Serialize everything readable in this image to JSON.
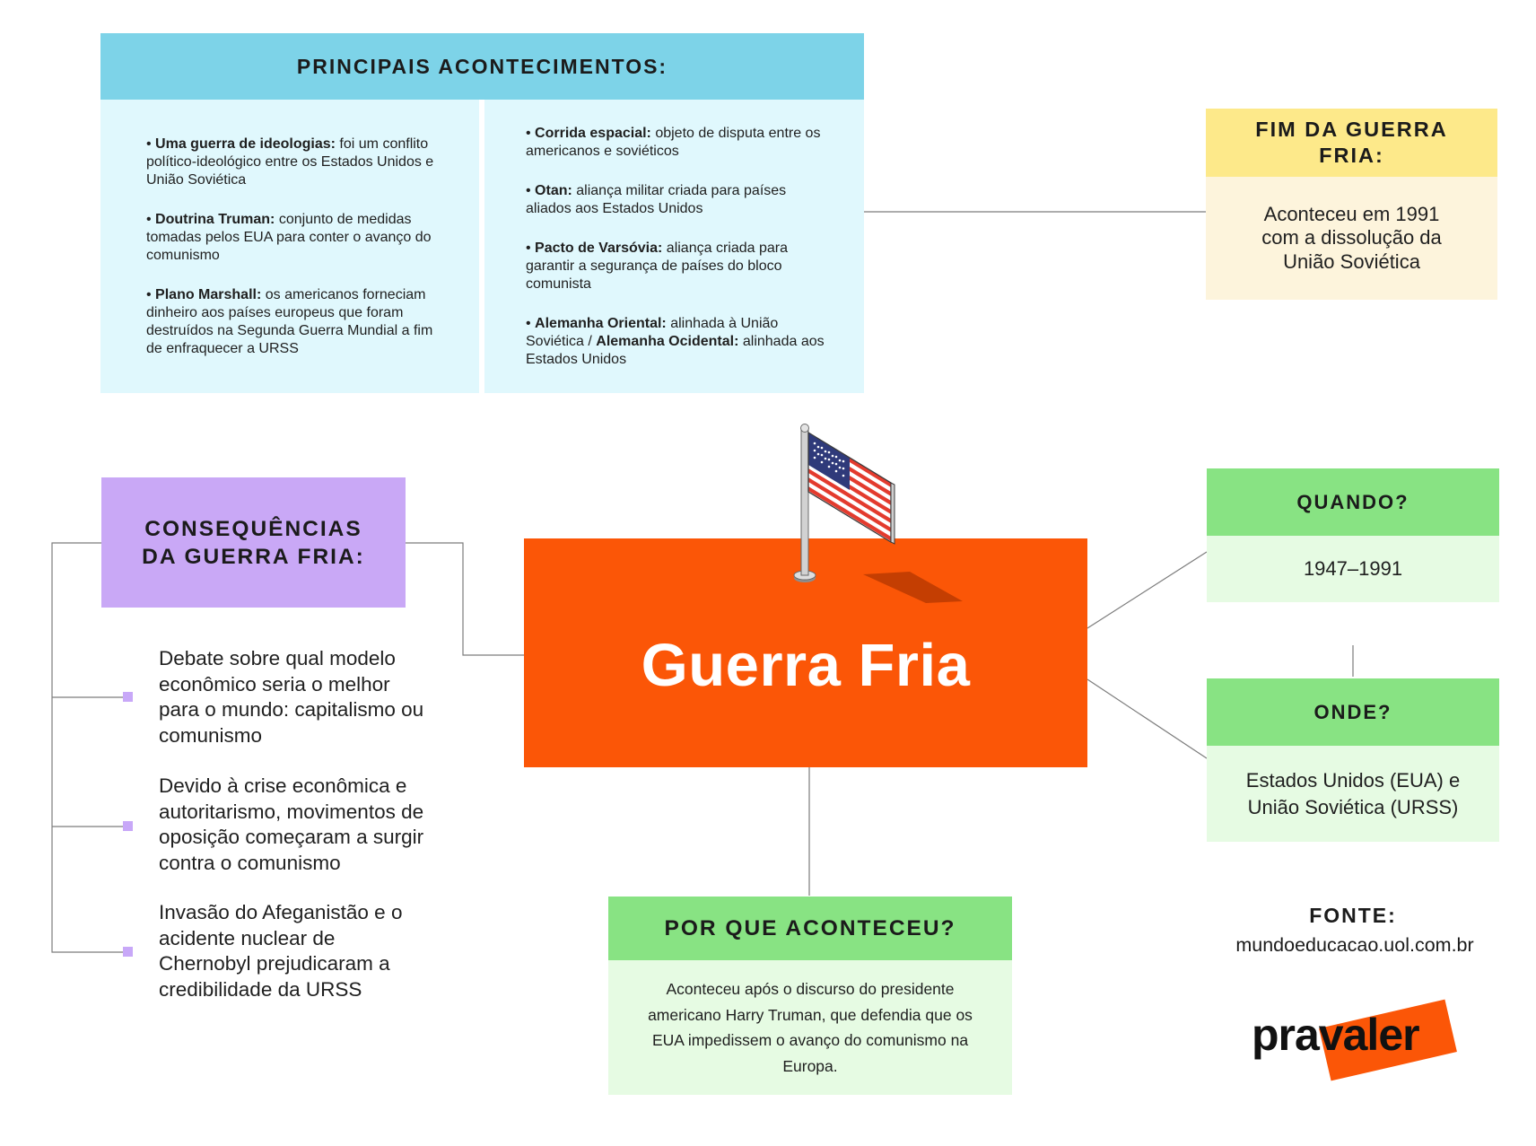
{
  "title": "Guerra Fria",
  "principais": {
    "heading": "PRINCIPAIS ACONTECIMENTOS:",
    "left": [
      {
        "label": "Uma guerra de ideologias:",
        "text": " foi um conflito político-ideológico entre os Estados Unidos e União Soviética"
      },
      {
        "label": "Doutrina Truman:",
        "text": " conjunto de medidas tomadas pelos EUA para conter o avanço do comunismo"
      },
      {
        "label": "Plano Marshall:",
        "text": " os americanos forneciam dinheiro aos países europeus que foram destruídos na Segunda Guerra Mundial a fim de enfraquecer a URSS"
      }
    ],
    "right": [
      {
        "label": "Corrida espacial:",
        "text": " objeto de disputa entre os americanos e soviéticos"
      },
      {
        "label": "Otan:",
        "text": " aliança militar criada para países aliados aos Estados Unidos"
      },
      {
        "label": "Pacto de Varsóvia:",
        "text": "  aliança criada para garantir a segurança de países do bloco comunista"
      },
      {
        "label": "Alemanha Oriental:",
        "text": " alinhada à União Soviética / ",
        "label2": "Alemanha Ocidental:",
        "text2": " alinhada aos Estados Unidos"
      }
    ]
  },
  "fim": {
    "heading": "FIM DA GUERRA FRIA:",
    "text": "Aconteceu em 1991 com a dissolução da União Soviética"
  },
  "consequencias": {
    "heading": "CONSEQUÊNCIAS DA GUERRA FRIA:",
    "items": [
      "Debate sobre qual modelo econômico seria o melhor para o mundo: capitalismo ou comunismo",
      "Devido à crise econômica e autoritarismo, movimentos de oposição começaram a surgir contra o comunismo",
      "Invasão do Afeganistão e o acidente nuclear de Chernobyl prejudicaram a credibilidade da URSS"
    ]
  },
  "quando": {
    "heading": "QUANDO?",
    "text": "1947–1991"
  },
  "onde": {
    "heading": "ONDE?",
    "text": "Estados Unidos (EUA) e União Soviética (URSS)"
  },
  "porque": {
    "heading": "POR QUE ACONTECEU?",
    "text": "Aconteceu após o discurso do presidente americano Harry Truman, que defendia que os EUA impedissem o avanço do comunismo na Europa."
  },
  "fonte": {
    "label": "FONTE:",
    "url": "mundoeducacao.uol.com.br"
  },
  "logo": {
    "text": "pravaler"
  },
  "colors": {
    "orange": "#fb5607",
    "cyan_header": "#7dd3e8",
    "cyan_body": "#e0f8fd",
    "yellow_header": "#fde98a",
    "yellow_body": "#fdf4dc",
    "purple_header": "#c9a8f6",
    "green_header": "#88e383",
    "green_body": "#e6fbe3"
  },
  "icons": [
    "usa-flag-icon"
  ]
}
